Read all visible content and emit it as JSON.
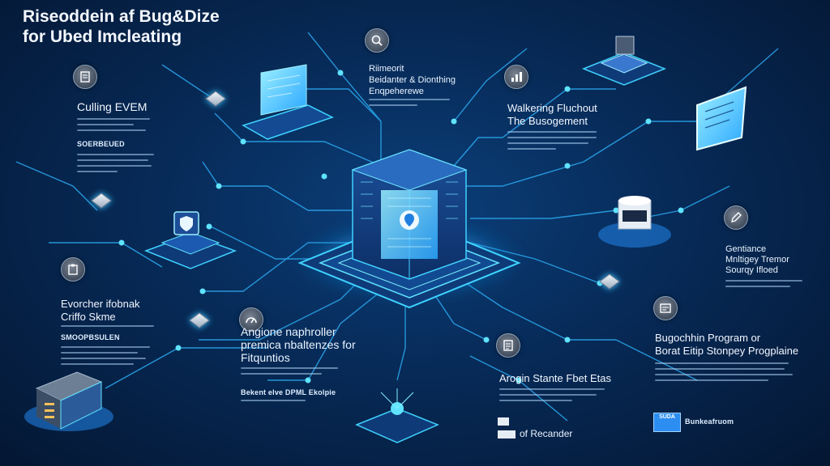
{
  "title": {
    "line1": "Riseoddein af Bug&Dize",
    "line2": "for Ubed Imcleating"
  },
  "left": {
    "block1": {
      "heading": "Culling EVEM",
      "subheading": "SOERBEUED"
    },
    "block2": {
      "heading1": "Evorcher ifobnak",
      "heading2": "Criffo Skme",
      "subheading": "SMOOPBSULEN"
    }
  },
  "top_center": {
    "line1": "Riimeorit",
    "line2": "Beidanter & Dionthing",
    "line3": "Enqpeherewe"
  },
  "mid_center": {
    "line1": "Angione naphroller",
    "line2": "premica nbaltenzes for",
    "line3": "Fitquntios",
    "bullet": "Bekent elve DPML Ekolpie"
  },
  "top_right": {
    "line1": "Walkering Fluchout",
    "line2": "The Busogement"
  },
  "right": {
    "line1": "Gentiance",
    "line2": "Mnltigey Tremor",
    "line3": "Sourqy Ifloed"
  },
  "bottom_right": {
    "heading1": "Bugochhin Program or",
    "heading2": "Borat Eitip Stonpey Progplaine",
    "logo_label": "Bunkeafruom",
    "logo_text": "SUDA"
  },
  "bottom_center": {
    "heading": "Arogin Stante Fbet Etas",
    "link": "of Recander"
  },
  "colors": {
    "accent": "#3fd2ff",
    "background": "#072a57",
    "core": "#58e0ff"
  }
}
